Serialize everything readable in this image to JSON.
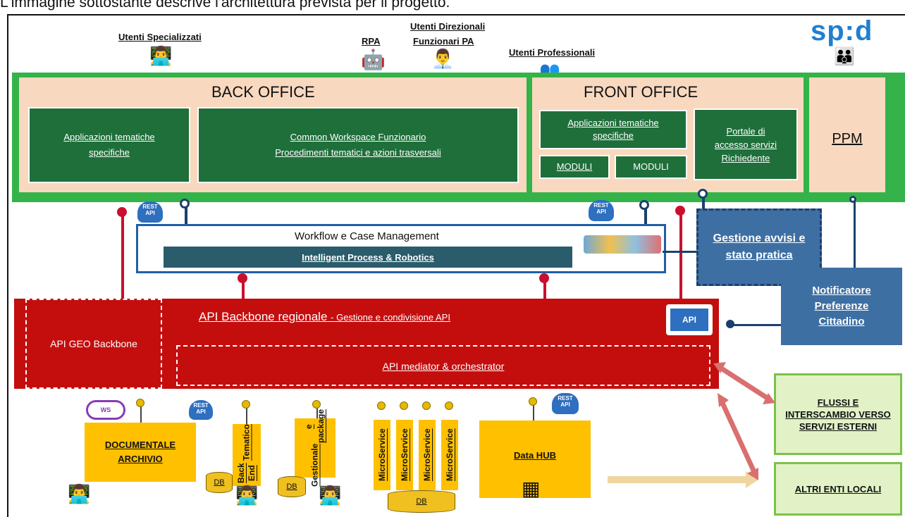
{
  "intro_text": "L'immagine sottostante descrive l'architettura prevista per il progetto.",
  "logo": {
    "text": "sp:d"
  },
  "users": {
    "specialized": "Utenti Specializzati",
    "rpa": "RPA",
    "directional_1": "Utenti Direzionali",
    "directional_2": "Funzionari PA",
    "professional": "Utenti Professionali"
  },
  "back_office": {
    "title": "BACK OFFICE",
    "app_line1": "Applicazioni tematiche",
    "app_line2": "specifiche",
    "workspace_line1": "Common Workspace Funzionario",
    "workspace_line2": "Procedimenti tematici e azioni trasversali"
  },
  "front_office": {
    "title": "FRONT OFFICE",
    "app_line1": "Applicazioni tematiche",
    "app_line2": "specifiche",
    "module_1": "MODULI",
    "module_2": "MODULI",
    "portal_line1": "Portale di",
    "portal_line2": "accesso servizi",
    "portal_line3": "Richiedente"
  },
  "ppm": "PPM",
  "rest_api": {
    "line1": "REST",
    "line2": "API"
  },
  "workflow": {
    "title": "Workflow e Case Management",
    "bar": "Intelligent Process &  Robotics"
  },
  "notices": {
    "line1": "Gestione avvisi e",
    "line2": "stato pratica"
  },
  "notifier": {
    "line1": "Notificatore",
    "line2": "Preferenze",
    "line3": "Cittadino"
  },
  "backbone": {
    "title": "API Backbone regionale",
    "subtitle": "- Gestione e condivisione API",
    "geo": "API GEO Backbone",
    "mediator": "API mediator & orchestrator",
    "api_badge": "API"
  },
  "bottom": {
    "ws": "WS",
    "documentale_1": "DOCUMENTALE",
    "documentale_2": "ARCHIVIO",
    "backend_1": "Back End",
    "backend_2": "Tematico",
    "gestionale_1": "Gestionale",
    "gestionale_2": "e package",
    "microservice": [
      "MicroService",
      "MicroService",
      "MicroService",
      "MicroService"
    ],
    "db": [
      "DB",
      "DB",
      "DB"
    ],
    "datahub": "Data HUB"
  },
  "external": {
    "flows_1": "FLUSSI E",
    "flows_2": "INTERSCAMBIO VERSO",
    "flows_3": "SERVIZI ESTERNI",
    "others": "ALTRI ENTI LOCALI"
  },
  "colors": {
    "green": "#34b34a",
    "dark_green": "#1f6f3a",
    "peach": "#f8d8bf",
    "red": "#c40e0e",
    "blue": "#3d6fa3",
    "yellow": "#ffc000"
  }
}
